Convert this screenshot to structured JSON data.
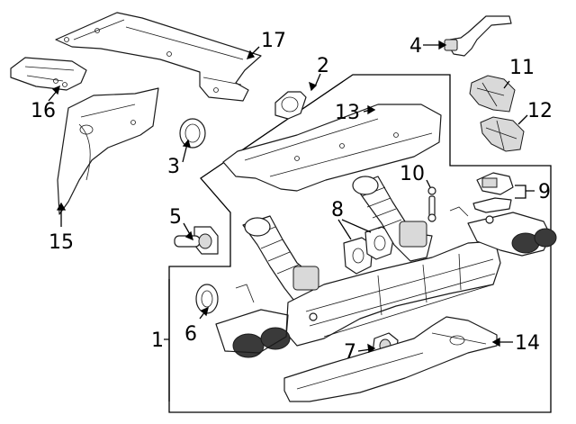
{
  "diagram": {
    "callouts": [
      {
        "id": "1",
        "label": "1"
      },
      {
        "id": "2",
        "label": "2"
      },
      {
        "id": "3",
        "label": "3"
      },
      {
        "id": "4",
        "label": "4"
      },
      {
        "id": "5",
        "label": "5"
      },
      {
        "id": "6",
        "label": "6"
      },
      {
        "id": "7",
        "label": "7"
      },
      {
        "id": "8",
        "label": "8"
      },
      {
        "id": "9",
        "label": "9"
      },
      {
        "id": "10",
        "label": "10"
      },
      {
        "id": "11",
        "label": "11"
      },
      {
        "id": "12",
        "label": "12"
      },
      {
        "id": "13",
        "label": "13"
      },
      {
        "id": "14",
        "label": "14"
      },
      {
        "id": "15",
        "label": "15"
      },
      {
        "id": "16",
        "label": "16"
      },
      {
        "id": "17",
        "label": "17"
      }
    ],
    "colors": {
      "line": "#1a1a1a",
      "fill": "#ffffff",
      "shade": "#d9d9d9"
    }
  }
}
